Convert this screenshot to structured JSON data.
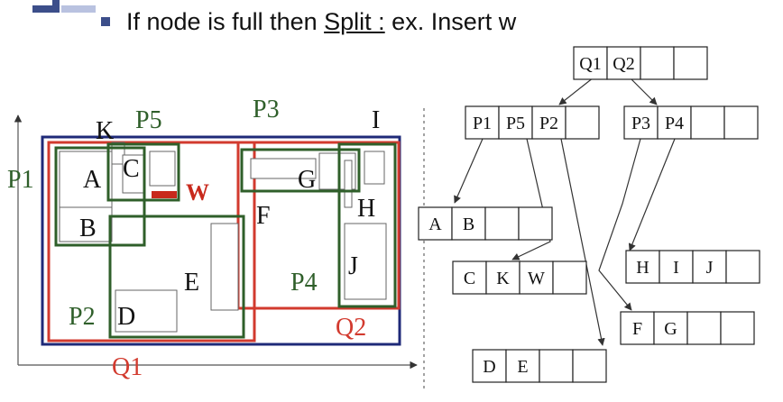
{
  "heading": {
    "before": "If node is full then ",
    "split": "Split :",
    "after": " ex. Insert w"
  },
  "colors": {
    "dark_green": "#2f5f2a",
    "red": "#d23a2e",
    "navy": "#1f2a78",
    "bullet": "#3c4e8a",
    "insert_w": "#c8291c",
    "text": "#111111"
  },
  "space_labels": {
    "p1": "P1",
    "p2": "P2",
    "p3": "P3",
    "p4": "P4",
    "p5": "P5",
    "q1": "Q1",
    "q2": "Q2",
    "a": "A",
    "b": "B",
    "c": "C",
    "d": "D",
    "e": "E",
    "f": "F",
    "g": "G",
    "h": "H",
    "i": "I",
    "j": "J",
    "k": "K",
    "w": "W"
  },
  "tree": {
    "root": [
      "Q1",
      "Q2",
      "",
      ""
    ],
    "node_q1": [
      "P1",
      "P5",
      "P2",
      ""
    ],
    "node_q2": [
      "P3",
      "P4",
      "",
      ""
    ],
    "leaf_p1": [
      "A",
      "B",
      "",
      ""
    ],
    "leaf_p5": [
      "C",
      "K",
      "W",
      ""
    ],
    "leaf_p2": [
      "D",
      "E",
      "",
      ""
    ],
    "leaf_p3": [
      "F",
      "G",
      "",
      ""
    ],
    "leaf_p4": [
      "H",
      "I",
      "J",
      ""
    ]
  }
}
